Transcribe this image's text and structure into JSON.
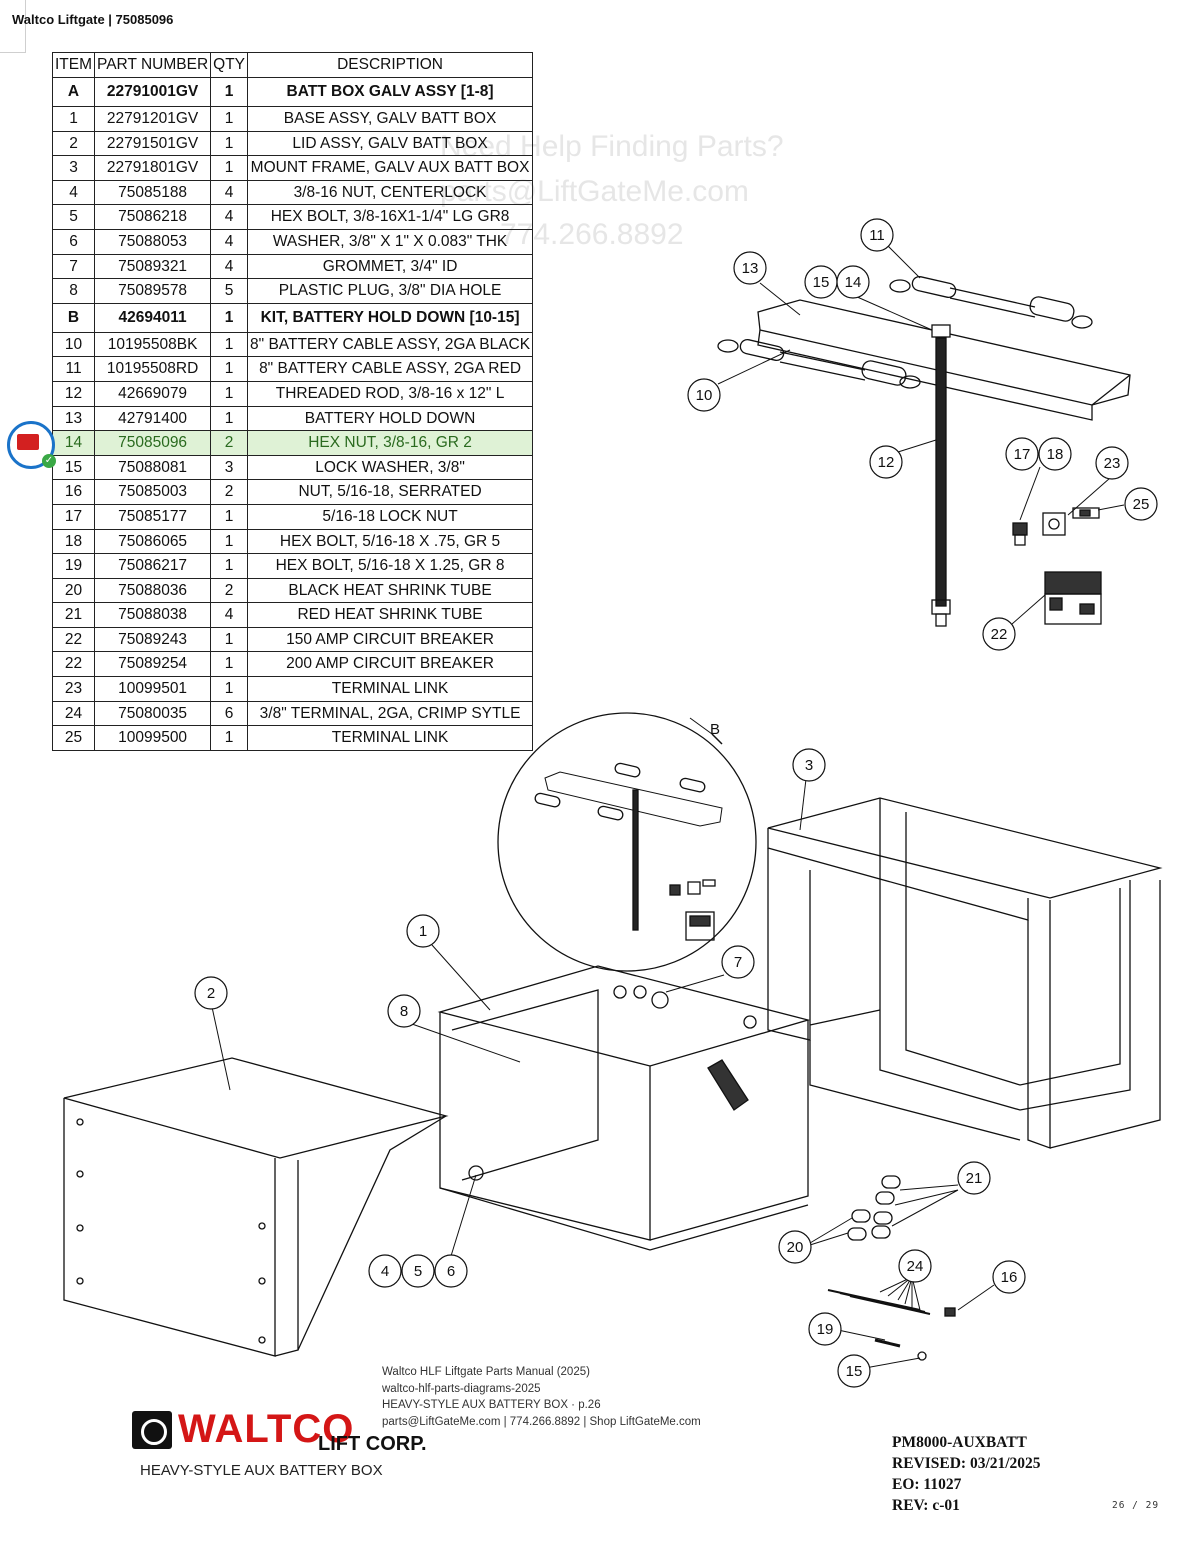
{
  "header": {
    "title": "Waltco Liftgate | 75085096"
  },
  "table": {
    "headers": [
      "ITEM",
      "PART NUMBER",
      "QTY",
      "DESCRIPTION"
    ],
    "rows": [
      {
        "item": "A",
        "part": "22791001GV",
        "qty": "1",
        "desc": "BATT BOX GALV ASSY [1-8]",
        "kit": true
      },
      {
        "item": "1",
        "part": "22791201GV",
        "qty": "1",
        "desc": "BASE ASSY, GALV BATT BOX"
      },
      {
        "item": "2",
        "part": "22791501GV",
        "qty": "1",
        "desc": "LID ASSY, GALV BATT BOX"
      },
      {
        "item": "3",
        "part": "22791801GV",
        "qty": "1",
        "desc": "MOUNT FRAME, GALV AUX BATT BOX"
      },
      {
        "item": "4",
        "part": "75085188",
        "qty": "4",
        "desc": "3/8-16 NUT, CENTERLOCK"
      },
      {
        "item": "5",
        "part": "75086218",
        "qty": "4",
        "desc": "HEX BOLT, 3/8-16X1-1/4\" LG GR8"
      },
      {
        "item": "6",
        "part": "75088053",
        "qty": "4",
        "desc": "WASHER, 3/8\" X 1\" X 0.083\" THK"
      },
      {
        "item": "7",
        "part": "75089321",
        "qty": "4",
        "desc": "GROMMET, 3/4\" ID"
      },
      {
        "item": "8",
        "part": "75089578",
        "qty": "5",
        "desc": "PLASTIC PLUG, 3/8\" DIA HOLE"
      },
      {
        "item": "B",
        "part": "42694011",
        "qty": "1",
        "desc": "KIT, BATTERY HOLD DOWN [10-15]",
        "kit": true
      },
      {
        "item": "10",
        "part": "10195508BK",
        "qty": "1",
        "desc": "8\" BATTERY CABLE ASSY, 2GA BLACK"
      },
      {
        "item": "11",
        "part": "10195508RD",
        "qty": "1",
        "desc": "8\" BATTERY CABLE ASSY, 2GA RED"
      },
      {
        "item": "12",
        "part": "42669079",
        "qty": "1",
        "desc": "THREADED ROD, 3/8-16 x 12\" L"
      },
      {
        "item": "13",
        "part": "42791400",
        "qty": "1",
        "desc": "BATTERY HOLD DOWN"
      },
      {
        "item": "14",
        "part": "75085096",
        "qty": "2",
        "desc": "HEX NUT, 3/8-16, GR 2",
        "highlight": true
      },
      {
        "item": "15",
        "part": "75088081",
        "qty": "3",
        "desc": "LOCK WASHER, 3/8\""
      },
      {
        "item": "16",
        "part": "75085003",
        "qty": "2",
        "desc": "NUT, 5/16-18, SERRATED"
      },
      {
        "item": "17",
        "part": "75085177",
        "qty": "1",
        "desc": "5/16-18 LOCK NUT"
      },
      {
        "item": "18",
        "part": "75086065",
        "qty": "1",
        "desc": "HEX BOLT, 5/16-18 X .75, GR 5"
      },
      {
        "item": "19",
        "part": "75086217",
        "qty": "1",
        "desc": "HEX BOLT, 5/16-18 X 1.25, GR 8"
      },
      {
        "item": "20",
        "part": "75088036",
        "qty": "2",
        "desc": "BLACK HEAT SHRINK TUBE"
      },
      {
        "item": "21",
        "part": "75088038",
        "qty": "4",
        "desc": "RED HEAT SHRINK TUBE"
      },
      {
        "item": "22",
        "part": "75089243",
        "qty": "1",
        "desc": "150 AMP CIRCUIT BREAKER"
      },
      {
        "item": "22",
        "part": "75089254",
        "qty": "1",
        "desc": "200 AMP CIRCUIT BREAKER"
      },
      {
        "item": "23",
        "part": "10099501",
        "qty": "1",
        "desc": "TERMINAL LINK"
      },
      {
        "item": "24",
        "part": "75080035",
        "qty": "6",
        "desc": "3/8\" TERMINAL, 2GA, CRIMP SYTLE"
      },
      {
        "item": "25",
        "part": "10099500",
        "qty": "1",
        "desc": "TERMINAL LINK"
      }
    ]
  },
  "watermark": {
    "line1": "Need Help Finding Parts?",
    "line2": "parts@LiftGateMe.com",
    "line3": "774.266.8892"
  },
  "balloons": [
    "11",
    "13",
    "15",
    "14",
    "10",
    "12",
    "17",
    "18",
    "23",
    "25",
    "22",
    "3",
    "1",
    "2",
    "7",
    "8",
    "4",
    "5",
    "6",
    "21",
    "20",
    "24",
    "16",
    "19",
    "15"
  ],
  "detail_label": "B",
  "footer": {
    "ref1": "Waltco HLF Liftgate Parts Manual (2025)",
    "ref2": "waltco-hlf-parts-diagrams-2025",
    "ref3": "HEAVY-STYLE AUX BATTERY BOX · p.26",
    "ref4": "parts@LiftGateMe.com | 774.266.8892 | Shop LiftGateMe.com",
    "logo_name": "WALTCO",
    "logo_sub": "LIFT CORP.",
    "caption": "HEAVY-STYLE AUX BATTERY BOX",
    "doc_no": "PM8000-AUXBATT",
    "revised": "REVISED: 03/21/2025",
    "eo": "EO: 11027",
    "rev": "REV: c-01",
    "page": "26 / 29"
  }
}
